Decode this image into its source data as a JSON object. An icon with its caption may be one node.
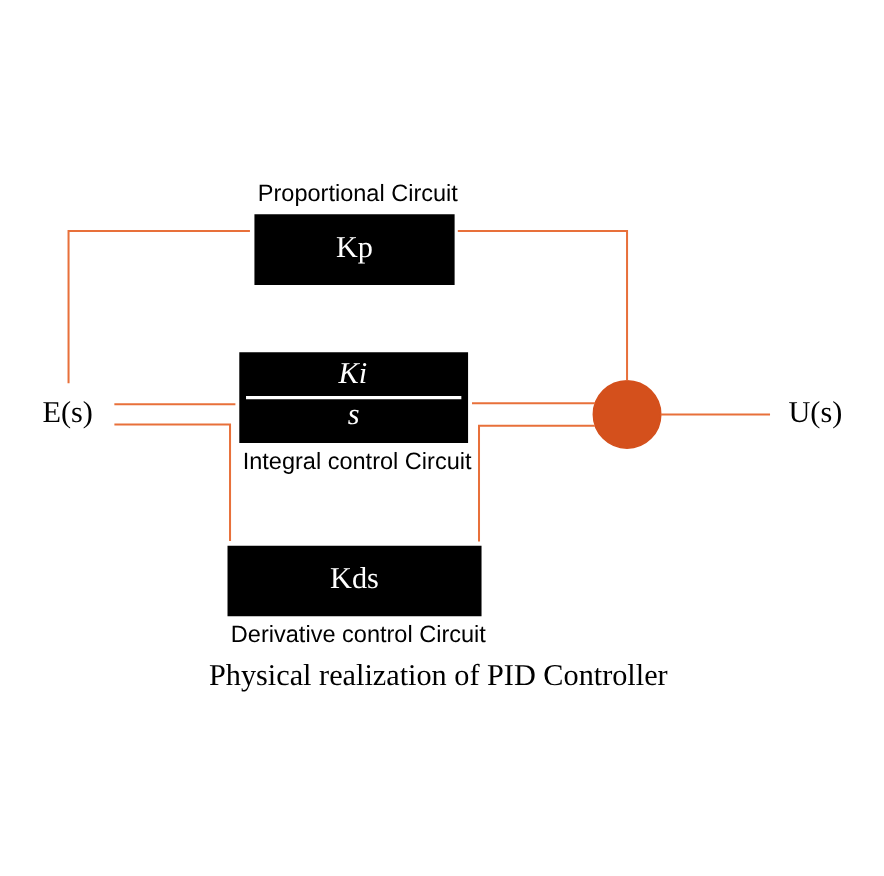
{
  "diagram": {
    "caption": "Physical realization of PID Controller",
    "nodes": [
      {
        "text": [
          "E(s)"
        ]
      },
      {
        "text": [
          "Kp"
        ],
        "beside": [
          "Proportional Circuit"
        ]
      },
      {
        "text": [
          "Ki",
          "s"
        ],
        "beside": [
          "Integral control Circuit"
        ]
      },
      {
        "text": [
          "Kds"
        ],
        "beside": [
          "Derivative control Circuit"
        ]
      },
      {
        "text": [],
        "shape": "circle"
      },
      {
        "text": [
          "U(s)"
        ]
      }
    ],
    "edges": [
      {
        "from": 0,
        "to": 1,
        "arrow": "none"
      },
      {
        "from": 0,
        "to": 2,
        "arrow": "none"
      },
      {
        "from": 0,
        "to": 3,
        "arrow": "none"
      },
      {
        "from": 1,
        "to": 4,
        "arrow": "none"
      },
      {
        "from": 2,
        "to": 4,
        "arrow": "none"
      },
      {
        "from": 3,
        "to": 4,
        "arrow": "none"
      },
      {
        "from": 4,
        "to": 5,
        "arrow": "none"
      }
    ]
  }
}
